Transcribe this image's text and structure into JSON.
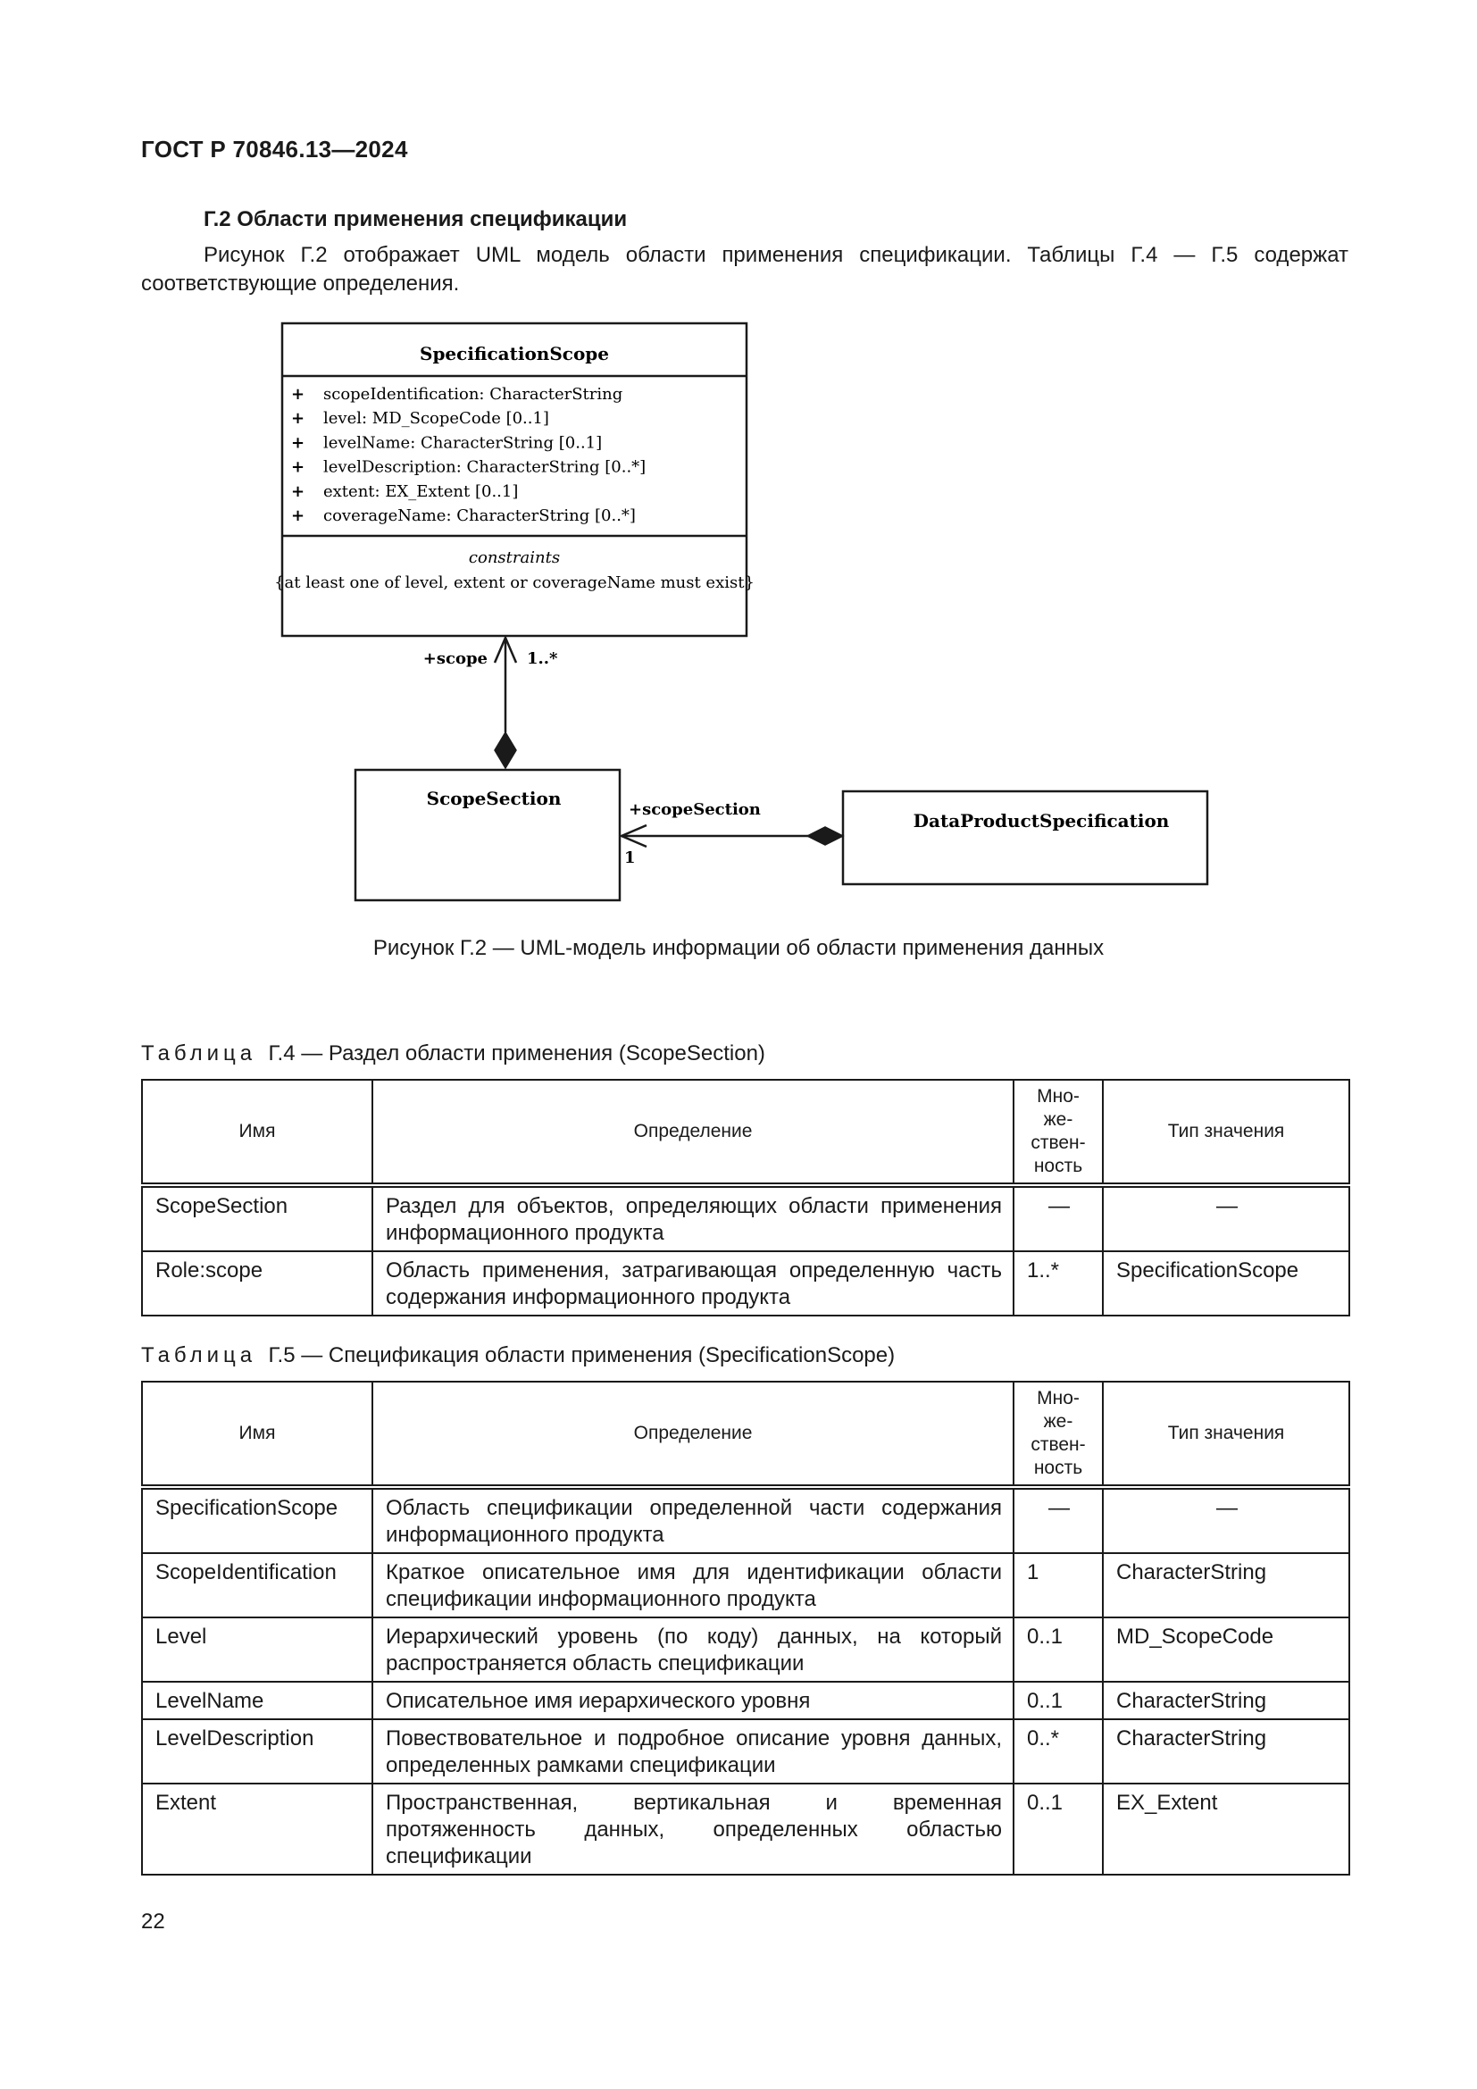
{
  "header": {
    "doc_code": "ГОСТ Р 70846.13—2024"
  },
  "section": {
    "title": "Г.2 Области применения спецификации",
    "intro": "Рисунок Г.2 отображает UML модель области применения спецификации. Таблицы Г.4 — Г.5 содержат соответствующие определения."
  },
  "diagram": {
    "specification_scope": {
      "name": "SpecificationScope",
      "attributes": [
        {
          "vis": "+",
          "text": "scopeIdentification: CharacterString"
        },
        {
          "vis": "+",
          "text": "level: MD_ScopeCode [0..1]"
        },
        {
          "vis": "+",
          "text": "levelName: CharacterString [0..1]"
        },
        {
          "vis": "+",
          "text": "levelDescription: CharacterString [0..*]"
        },
        {
          "vis": "+",
          "text": "extent: EX_Extent [0..1]"
        },
        {
          "vis": "+",
          "text": "coverageName: CharacterString [0..*]"
        }
      ],
      "constraints_label": "constraints",
      "constraint": "{at least one of level, extent or coverageName must exist}"
    },
    "scope_section": {
      "name": "ScopeSection"
    },
    "data_product_specification": {
      "name": "DataProductSpecification"
    },
    "assoc_scope": {
      "role": "+scope",
      "multiplicity": "1..*"
    },
    "assoc_scope_section": {
      "role": "+scopeSection",
      "multiplicity": "1"
    },
    "caption": "Рисунок Г.2 — UML-модель информации об области применения данных"
  },
  "table4": {
    "label": "Таблица",
    "caption": "Г.4 — Раздел области применения (ScopeSection)",
    "headers": [
      "Имя",
      "Определение",
      "Мно-\nже-\nствен-\nность",
      "Тип значения"
    ],
    "rows": [
      [
        "ScopeSection",
        "Раздел для объектов, определяющих области применения информационного продукта",
        "—",
        "—"
      ],
      [
        "Role:scope",
        "Область применения, затрагивающая определенную часть содержания информационного продукта",
        "1..*",
        "SpecificationScope"
      ]
    ]
  },
  "table5": {
    "label": "Таблица",
    "caption": "Г.5 — Спецификация области применения (SpecificationScope)",
    "headers": [
      "Имя",
      "Определение",
      "Мно-\nже-\nствен-\nность",
      "Тип значения"
    ],
    "rows": [
      [
        "SpecificationScope",
        "Область спецификации определенной части содержания информационного продукта",
        "—",
        "—"
      ],
      [
        "ScopeIdentification",
        "Краткое описательное имя для идентификации области спецификации информационного продукта",
        "1",
        "CharacterString"
      ],
      [
        "Level",
        "Иерархический уровень (по коду) данных, на который распространяется область спецификации",
        "0..1",
        "MD_ScopeCode"
      ],
      [
        "LevelName",
        "Описательное имя иерархического уровня",
        "0..1",
        "CharacterString"
      ],
      [
        "LevelDescription",
        "Повествовательное и подробное описание уровня данных, определенных рамками спецификации",
        "0..*",
        "CharacterString"
      ],
      [
        "Extent",
        "Пространственная, вертикальная и временная протяженность данных, определенных областью спецификации",
        "0..1",
        "EX_Extent"
      ]
    ]
  },
  "footer": {
    "page_number": "22"
  }
}
